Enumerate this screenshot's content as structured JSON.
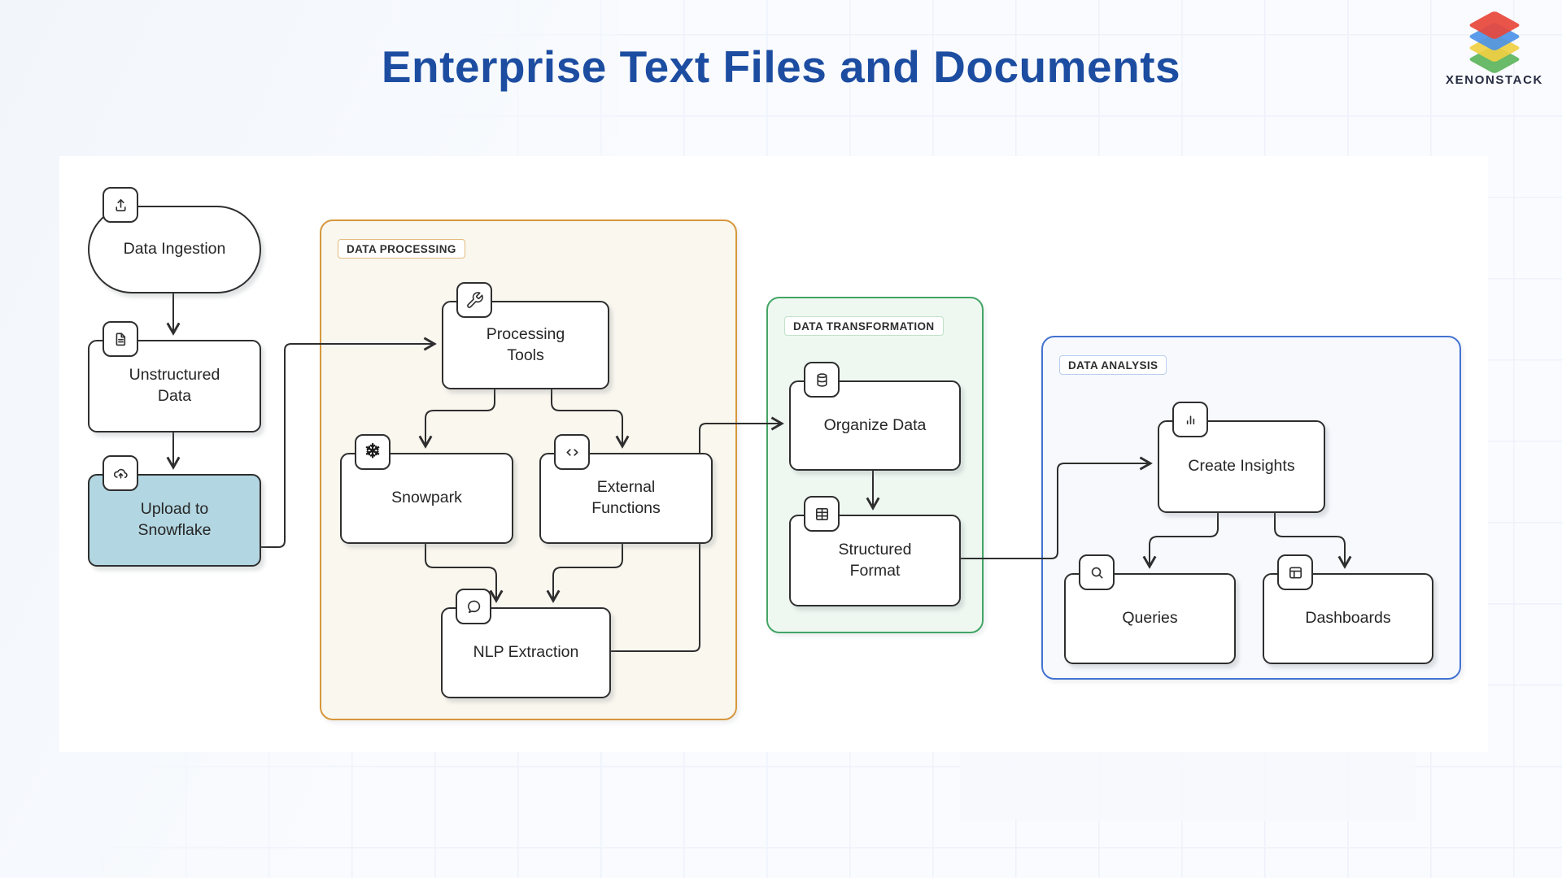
{
  "header": {
    "title": "Enterprise Text Files and Documents"
  },
  "logo": {
    "brand": "XENONSTACK",
    "layer_colors": [
      "#e8473b",
      "#4d93e8",
      "#f0cf43",
      "#5cb45c"
    ]
  },
  "colors": {
    "title": "#1c4da1",
    "node_border": "#2f2f2f",
    "highlight_node_fill": "#b3d7e2",
    "processing_border": "#d6973c",
    "processing_fill": "#faf7ef",
    "transformation_border": "#43a564",
    "transformation_fill": "#eef8f1",
    "analysis_border": "#4373d2",
    "analysis_fill": "#f7f9fd"
  },
  "diagram": {
    "groups": [
      {
        "id": "data-processing",
        "label": "DATA PROCESSING"
      },
      {
        "id": "data-transformation",
        "label": "DATA TRANSFORMATION"
      },
      {
        "id": "data-analysis",
        "label": "DATA ANALYSIS"
      }
    ],
    "nodes": [
      {
        "id": "data-ingestion",
        "label": "Data Ingestion",
        "icon": "upload-icon",
        "shape": "stadium"
      },
      {
        "id": "unstructured-data",
        "label": "Unstructured\nData",
        "icon": "file-text-icon"
      },
      {
        "id": "upload-to-snowflake",
        "label": "Upload to\nSnowflake",
        "icon": "cloud-upload-icon",
        "fill": "#b3d7e2"
      },
      {
        "id": "processing-tools",
        "label": "Processing\nTools",
        "icon": "wrench-icon",
        "group": "data-processing"
      },
      {
        "id": "snowpark",
        "label": "Snowpark",
        "icon": "snowflake-icon",
        "group": "data-processing"
      },
      {
        "id": "external-functions",
        "label": "External\nFunctions",
        "icon": "code-icon",
        "group": "data-processing"
      },
      {
        "id": "nlp-extraction",
        "label": "NLP Extraction",
        "icon": "chat-icon",
        "group": "data-processing"
      },
      {
        "id": "organize-data",
        "label": "Organize Data",
        "icon": "database-icon",
        "group": "data-transformation"
      },
      {
        "id": "structured-format",
        "label": "Structured\nFormat",
        "icon": "table-icon",
        "group": "data-transformation"
      },
      {
        "id": "create-insights",
        "label": "Create Insights",
        "icon": "bar-chart-icon",
        "group": "data-analysis"
      },
      {
        "id": "queries",
        "label": "Queries",
        "icon": "search-icon",
        "group": "data-analysis"
      },
      {
        "id": "dashboards",
        "label": "Dashboards",
        "icon": "layout-icon",
        "group": "data-analysis"
      }
    ],
    "edges": [
      {
        "from": "data-ingestion",
        "to": "unstructured-data"
      },
      {
        "from": "unstructured-data",
        "to": "upload-to-snowflake"
      },
      {
        "from": "upload-to-snowflake",
        "to": "processing-tools"
      },
      {
        "from": "processing-tools",
        "to": "snowpark"
      },
      {
        "from": "processing-tools",
        "to": "external-functions"
      },
      {
        "from": "snowpark",
        "to": "nlp-extraction"
      },
      {
        "from": "external-functions",
        "to": "nlp-extraction"
      },
      {
        "from": "nlp-extraction",
        "to": "organize-data"
      },
      {
        "from": "organize-data",
        "to": "structured-format"
      },
      {
        "from": "structured-format",
        "to": "create-insights"
      },
      {
        "from": "create-insights",
        "to": "queries"
      },
      {
        "from": "create-insights",
        "to": "dashboards"
      }
    ]
  }
}
